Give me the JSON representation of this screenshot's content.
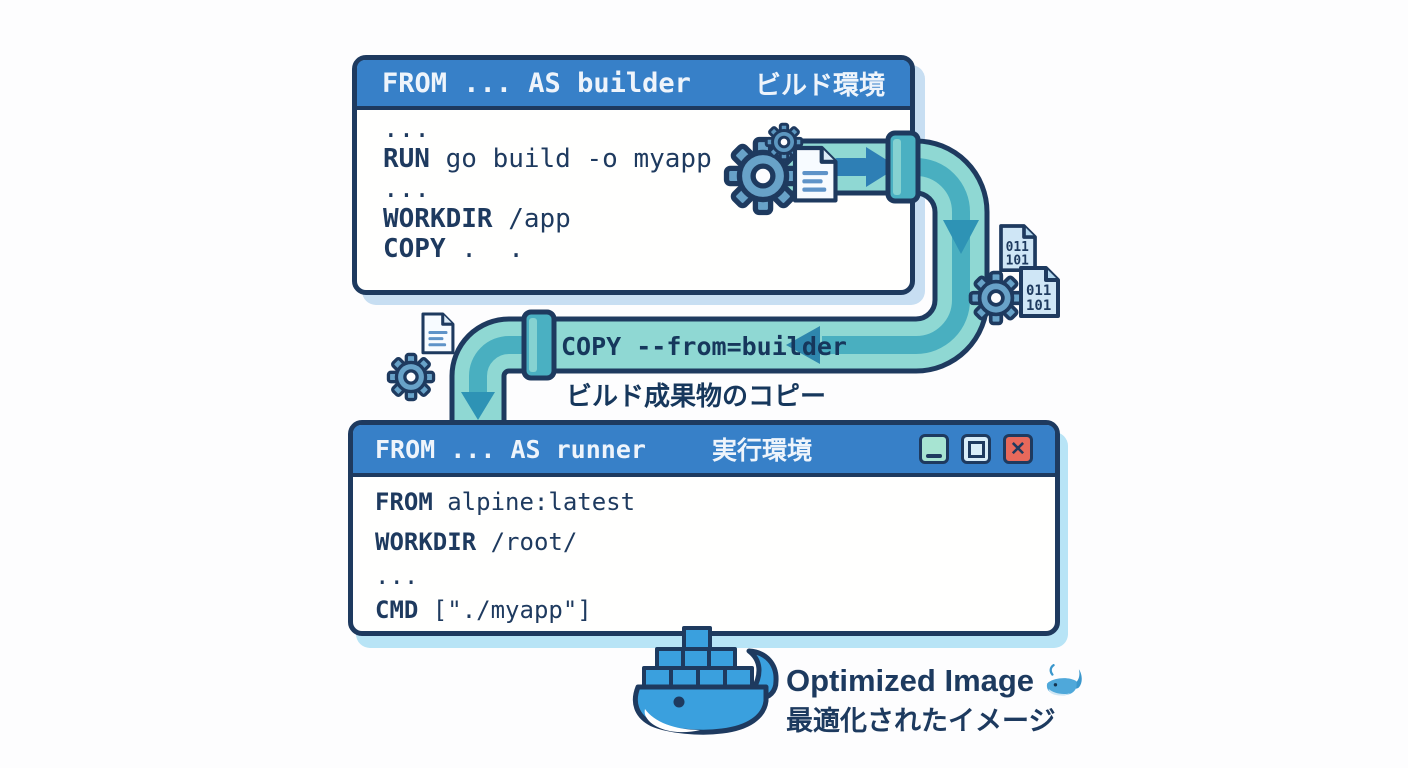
{
  "builder_window": {
    "title_code": "FROM ... AS builder",
    "title_jp": "ビルド環境",
    "code_lines": [
      {
        "keyword": "",
        "rest": "..."
      },
      {
        "keyword": "RUN",
        "rest": "go build -o myapp"
      },
      {
        "keyword": "",
        "rest": "..."
      },
      {
        "keyword": "WORKDIR",
        "rest": "/app"
      },
      {
        "keyword": "COPY",
        "rest": ".  ."
      }
    ]
  },
  "runner_window": {
    "title_code": "FROM ... AS runner",
    "title_jp": "実行環境",
    "code_lines": [
      {
        "keyword": "FROM",
        "rest": "alpine:latest"
      },
      {
        "keyword": "WORKDIR",
        "rest": "/root/"
      },
      {
        "keyword": "",
        "rest": "..."
      },
      {
        "keyword": "CMD",
        "rest": "[\"./myapp\"]"
      }
    ],
    "window_controls": {
      "minimize": "minimize",
      "maximize": "maximize",
      "close": "close",
      "close_glyph": "✕"
    }
  },
  "pipe": {
    "label_code": "COPY --from=builder",
    "label_jp": "ビルド成果物のコピー"
  },
  "footer": {
    "title_en": "Optimized Image",
    "emoji": "🐳",
    "title_jp": "最適化されたイメージ"
  },
  "icons": {
    "gear": "gear-icon",
    "document": "document-icon",
    "binary_file": "binary-file-icon",
    "docker_whale": "docker-whale-icon",
    "whale_emoji": "whale-emoji-icon",
    "binary_text": [
      "011",
      "101"
    ]
  },
  "colors": {
    "titlebar_blue": "#3780c8",
    "outline_navy": "#1e3a5f",
    "window_white": "#fffffe",
    "pipe_teal": "#8fd8d3",
    "pipe_band_teal": "#49afc0",
    "coupling_teal": "#4ab0c2",
    "arrow_steel_blue": "#2e7fb5",
    "arrow_dark_teal": "#2e93b5",
    "gear_blue": "#68a2c8",
    "whale_blue": "#3aa0de",
    "minimize_green": "#a7e4d2",
    "maximize_blue": "#d9edf8",
    "close_red": "#e7695b",
    "shadow_blue_top": "#c7def2",
    "shadow_blue_bottom": "#b8e4f6"
  }
}
